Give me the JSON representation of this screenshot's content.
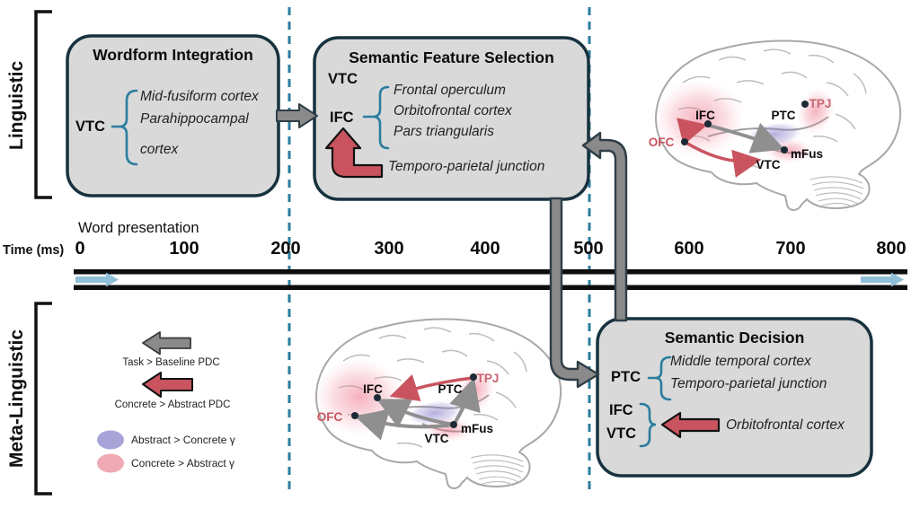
{
  "sections": {
    "linguistic_label": "Linguistic",
    "meta_linguistic_label": "Meta-Linguistic"
  },
  "timeline": {
    "word_presentation": "Word presentation",
    "axis_label": "Time (ms)",
    "ticks": [
      "0",
      "100",
      "200",
      "300",
      "400",
      "500",
      "600",
      "700",
      "800"
    ],
    "dashed_markers_ms": [
      200,
      500
    ]
  },
  "boxes": {
    "wordform": {
      "title": "Wordform Integration",
      "source": "VTC",
      "regions": [
        "Mid-fusiform cortex",
        "Parahippocampal",
        "cortex"
      ]
    },
    "semantic_feature": {
      "title": "Semantic Feature Selection",
      "vtc": "VTC",
      "ifc": "IFC",
      "regions": [
        "Frontal operculum",
        "Orbitofrontal cortex",
        "Pars triangularis"
      ],
      "feedback_region": "Temporo-parietal junction"
    },
    "semantic_decision": {
      "title": "Semantic Decision",
      "ptc": "PTC",
      "ptc_regions": [
        "Middle temporal cortex",
        "Temporo-parietal junction"
      ],
      "ifc": "IFC",
      "vtc": "VTC",
      "feedback_region": "Orbitofrontal cortex"
    }
  },
  "legend": {
    "task_pdc": "Task > Baseline PDC",
    "concrete_pdc": "Concrete > Abstract PDC",
    "abstract_gamma": "Abstract > Concrete γ",
    "concrete_gamma": "Concrete > Abstract γ"
  },
  "brain_labels": {
    "ifc": "IFC",
    "ptc": "PTC",
    "tpj": "TPJ",
    "ofc": "OFC",
    "vtc": "VTC",
    "mfus": "mFus"
  },
  "colors": {
    "accent_teal": "#2b7d9e",
    "arrow_red": "#c9545f",
    "arrow_gray": "#8a8a8a",
    "box_fill": "#d9d9d9",
    "box_border": "#16323e",
    "blob_purple": "#a8a4d8",
    "blob_pink": "#f0aab6",
    "timeline_arrow_blue": "#8fc0d8"
  }
}
